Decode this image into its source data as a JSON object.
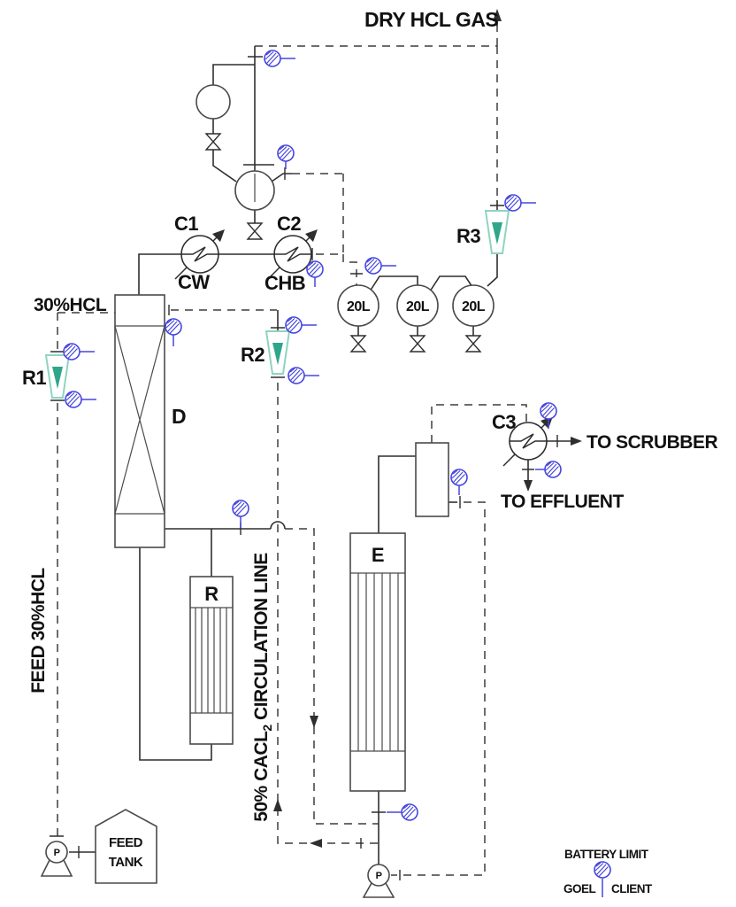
{
  "colors": {
    "line": "#2e2e2e",
    "instrument_blue": "#4646dd",
    "rotameter_outline": "#8fd4c0",
    "rotameter_float": "#2fa68a"
  },
  "labels": {
    "dry_hcl_gas": "DRY HCL GAS",
    "pct30_hcl": "30%HCL",
    "feed_30_hcl": "FEED 30%HCL",
    "cacl2_prefix": "50% CACL",
    "cacl2_subscript": "2",
    "cacl2_suffix": " CIRCULATION LINE",
    "to_scrubber": "TO SCRUBBER",
    "to_effluent": "TO EFFLUENT",
    "exchanger_c1": "C1",
    "exchanger_c1_utility": "CW",
    "exchanger_c2": "C2",
    "exchanger_c2_utility": "CHB",
    "exchanger_c3": "C3",
    "rotameter_r1": "R1",
    "rotameter_r2": "R2",
    "rotameter_r3": "R3",
    "column_d": "D",
    "heater_r": "R",
    "evaporator_e": "E",
    "receiver_capacity": "20L",
    "pump": "P",
    "feed_tank_line1": "FEED",
    "feed_tank_line2": "TANK",
    "legend_battery_limit": "BATTERY LIMIT",
    "legend_left": "GOEL",
    "legend_right": "CLIENT"
  }
}
